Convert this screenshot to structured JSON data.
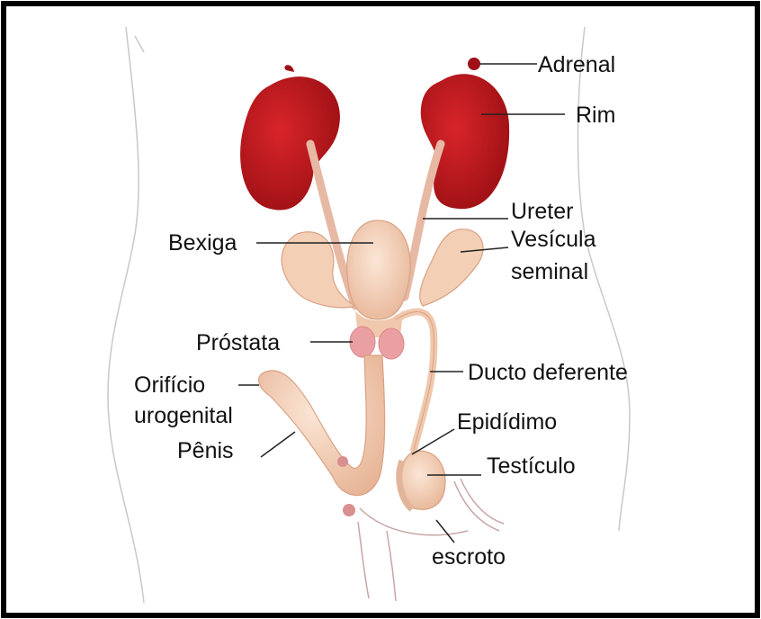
{
  "labels": {
    "adrenal": "Adrenal",
    "rim": "Rim",
    "ureter": "Ureter",
    "vesicula_line1": "Vesícula",
    "vesicula_line2": "seminal",
    "bexiga": "Bexiga",
    "prostata": "Próstata",
    "ducto": "Ducto deferente",
    "orificio_line1": "Orifício",
    "orificio_line2": "urogenital",
    "penis": "Pênis",
    "epididimo": "Epidídimo",
    "testiculo": "Testículo",
    "escroto": "escroto"
  },
  "colors": {
    "kidney": "#c4161c",
    "kidney_dark": "#8e0e12",
    "tissue": "#f2c9ad",
    "tissue_dark": "#d9a184",
    "prostate": "#eaa0a2",
    "body_outline": "#c8c8c8",
    "frame": "#000000"
  }
}
